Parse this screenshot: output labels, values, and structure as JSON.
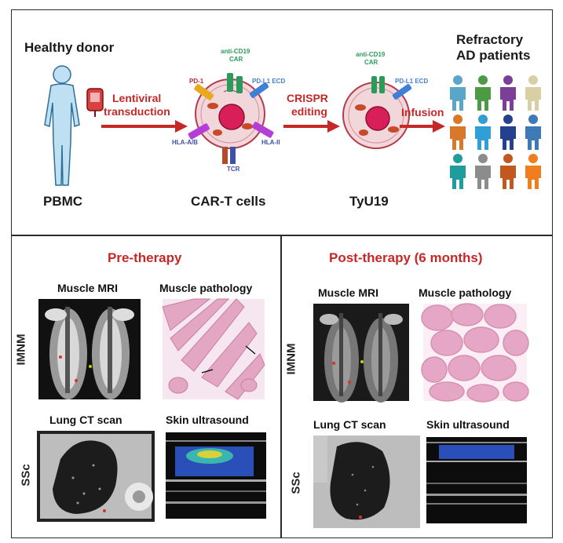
{
  "top": {
    "healthy_donor": "Healthy donor",
    "pbmc": "PBMC",
    "lentiviral_line1": "Lentiviral",
    "lentiviral_line2": "transduction",
    "cart_label": "CAR-T cells",
    "crispr_line1": "CRISPR",
    "crispr_line2": "editing",
    "tyu19": "TyU19",
    "infusion": "Infusion",
    "patients_line1": "Refractory",
    "patients_line2": "AD patients",
    "receptors": {
      "anti_cd19_car_line1": "anti-CD19",
      "anti_cd19_car_line2": "CAR",
      "pd1": "PD-1",
      "pdl1_ecd": "PD-L1 ECD",
      "hla_ab": "HLA-A/B",
      "hla_ii": "HLA-II",
      "tcr": "TCR"
    },
    "colors": {
      "arrow": "#c62828",
      "person_colors": [
        "#5aa6c9",
        "#4d9a45",
        "#7b3f98",
        "#d8cfa4",
        "#d9782a",
        "#2f9fd6",
        "#24408f",
        "#3e79b8",
        "#1f9c9c",
        "#8c8c8c",
        "#c4561f",
        "#f07d1e"
      ]
    }
  },
  "pre": {
    "title": "Pre-therapy",
    "muscle_mri": "Muscle MRI",
    "muscle_pathology": "Muscle pathology",
    "lung_ct": "Lung CT scan",
    "skin_us": "Skin ultrasound",
    "imnm": "IMNM",
    "ssc": "SSc"
  },
  "post": {
    "title": "Post-therapy (6 months)",
    "muscle_mri": "Muscle MRI",
    "muscle_pathology": "Muscle pathology",
    "lung_ct": "Lung CT scan",
    "skin_us": "Skin ultrasound",
    "imnm": "IMNM",
    "ssc": "SSc"
  }
}
